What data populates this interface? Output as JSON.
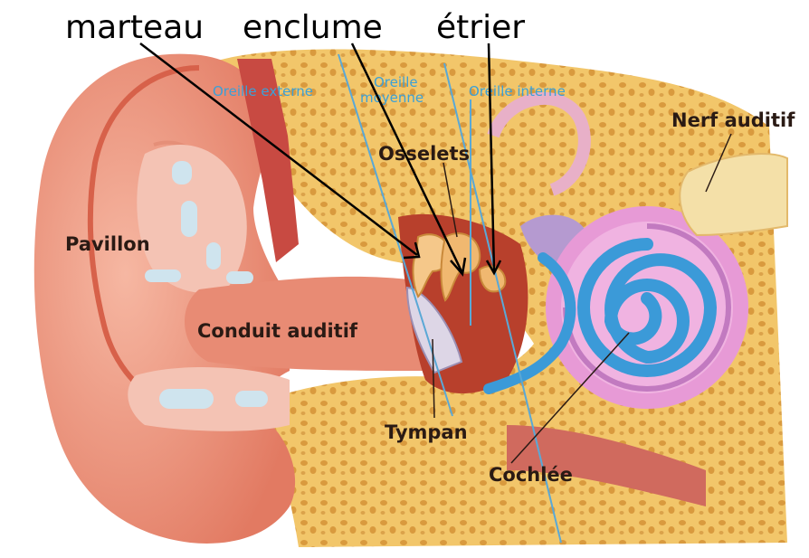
{
  "labels": {
    "marteau": "marteau",
    "enclume": "enclume",
    "etrier": "étrier",
    "oreille_externe": "Oreille externe",
    "oreille_moyenne_1": "Oreille",
    "oreille_moyenne_2": "moyenne",
    "oreille_interne": "Oreille interne",
    "osselets": "Osselets",
    "nerf_auditif": "Nerf auditif",
    "pavillon": "Pavillon",
    "conduit_auditif": "Conduit auditif",
    "tympan": "Tympan",
    "cochlee": "Cochlée"
  },
  "colors": {
    "skin": "#f0a08c",
    "skin_dark": "#d9705c",
    "bone": "#f2c66a",
    "cartilage": "#f4c3b4",
    "canal": "#e88b74",
    "middle_ear": "#b8402c",
    "cochlea": "#e79ad6",
    "cochlea_duct": "#3b9ad8",
    "zone_line": "#5aa8d6"
  }
}
